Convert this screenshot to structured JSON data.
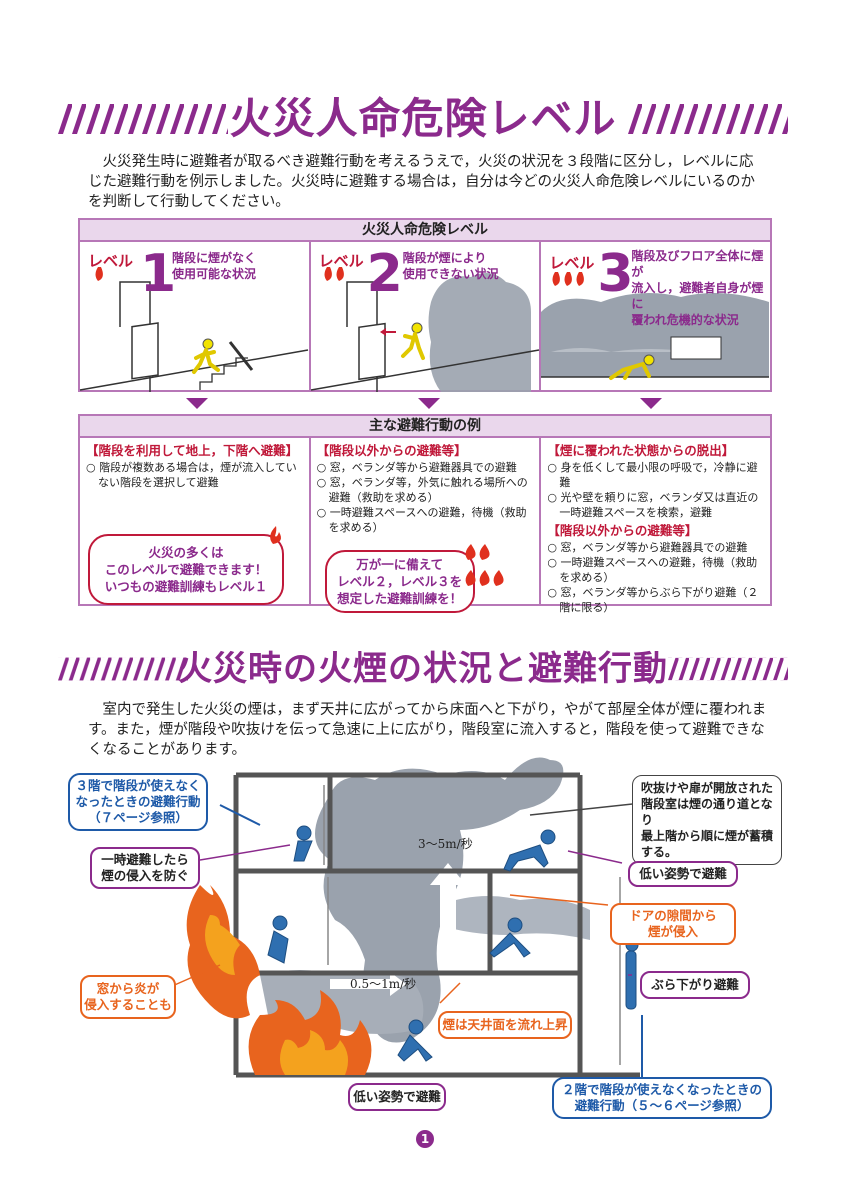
{
  "section1": {
    "title": "火災人命危険レベル",
    "intro": "火災発生時に避難者が取るべき避難行動を考えるうえで，火災の状況を３段階に区分し，レベルに応じた避難行動を例示しました。火災時に避難する場合は，自分は今どの火災人命危険レベルにいるのかを判断して行動してください。"
  },
  "level_table": {
    "header": "火災人命危険レベル",
    "levels": [
      {
        "word": "レベル",
        "num": "1",
        "desc": "階段に煙がなく\n使用可能な状況"
      },
      {
        "word": "レベル",
        "num": "2",
        "desc": "階段が煙により\n使用できない状況"
      },
      {
        "word": "レベル",
        "num": "3",
        "desc": "階段及びフロア全体に煙が\n流入し，避難者自身が煙に\n覆われ危機的な状況"
      }
    ]
  },
  "actions": {
    "header": "主な避難行動の例",
    "col1": {
      "head": "【階段を利用して地上，下階へ避難】",
      "items": [
        "○ 階段が複数ある場合は，煙が流入していない階段を選択して避難"
      ],
      "bubble": "火災の多くは\nこのレベルで避難できます！\nいつもの避難訓練もレベル１"
    },
    "col2": {
      "head": "【階段以外からの避難等】",
      "items": [
        "○ 窓，ベランダ等から避難器具での避難",
        "○ 窓，ベランダ等，外気に触れる場所への避難（救助を求める）",
        "○ 一時避難スペースへの避難，待機（救助を求める）"
      ],
      "bubble": "万が一に備えて\nレベル２，レベル３を\n想定した避難訓練を！"
    },
    "col3": {
      "head1": "【煙に覆われた状態からの脱出】",
      "items1": [
        "○ 身を低くして最小限の呼吸で，冷静に避難",
        "○ 光や壁を頼りに窓，ベランダ又は直近の一時避難スペースを検索，避難"
      ],
      "head2": "【階段以外からの避難等】",
      "items2": [
        "○ 窓，ベランダ等から避難器具での避難",
        "○ 一時避難スペースへの避難，待機（救助を求める）",
        "○ 窓，ベランダ等からぶら下がり避難（２階に限る）"
      ]
    }
  },
  "section2": {
    "title": "火災時の火煙の状況と避難行動",
    "intro": "室内で発生した火災の煙は，まず天井に広がってから床面へと下がり，やがて部屋全体が煙に覆われます。また，煙が階段や吹抜けを伝って急速に上に広がり，階段室に流入すると，階段を使って避難できなくなることがあります。"
  },
  "scene": {
    "callout_3f": "３階で階段が使えなく\nなったときの避難行動\n（７ページ参照）",
    "callout_temp": "一時避難したら\n煙の侵入を防ぐ",
    "callout_window": "窓から炎が\n侵入することも",
    "callout_low1": "低い姿勢で避難",
    "callout_2f": "２階で階段が使えなくなったときの\n避難行動（５～６ページ参照）",
    "callout_atrium": "吹抜けや扉が開放された\n階段室は煙の通り道となり\n最上階から順に煙が蓄積\nする。",
    "callout_low2": "低い姿勢で避難",
    "callout_door": "ドアの隙間から\n煙が侵入",
    "callout_hang": "ぶら下がり避難",
    "callout_ceiling": "煙は天井面を流れ上昇",
    "speed_up": "3～5m/秒",
    "speed_side": "0.5～1m/秒"
  },
  "page_number": "1",
  "colors": {
    "accent": "#8b2a8c",
    "red": "#c0193a",
    "blue": "#1e5aa8",
    "orange": "#e8641e",
    "smoke": "#9aa2ad"
  }
}
